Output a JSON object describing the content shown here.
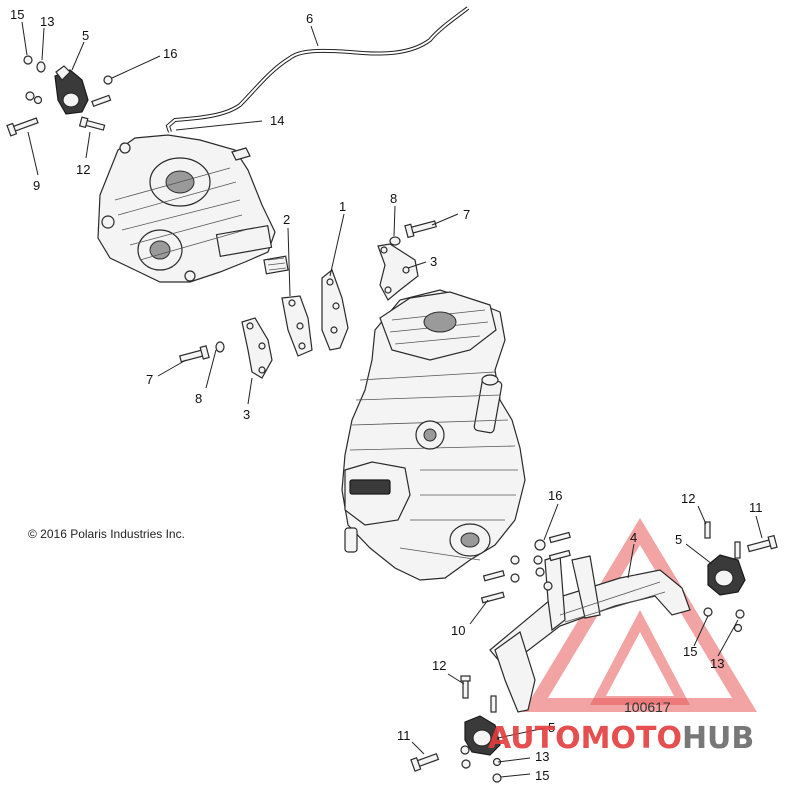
{
  "copyright": "© 2016 Polaris Industries Inc.",
  "figure_number": "100617",
  "watermark": {
    "text_part1": "AUTOMOTO",
    "text_part2": "HUB",
    "color_red": "#e43c3c",
    "color_gray": "#6a6a6a"
  },
  "callouts": [
    {
      "id": "c-15-top",
      "text": "15"
    },
    {
      "id": "c-13-top",
      "text": "13"
    },
    {
      "id": "c-5-top",
      "text": "5"
    },
    {
      "id": "c-16-top",
      "text": "16"
    },
    {
      "id": "c-9",
      "text": "9"
    },
    {
      "id": "c-12-top",
      "text": "12"
    },
    {
      "id": "c-6",
      "text": "6"
    },
    {
      "id": "c-14",
      "text": "14"
    },
    {
      "id": "c-2",
      "text": "2"
    },
    {
      "id": "c-1",
      "text": "1"
    },
    {
      "id": "c-8-right",
      "text": "8"
    },
    {
      "id": "c-7-right",
      "text": "7"
    },
    {
      "id": "c-3-right",
      "text": "3"
    },
    {
      "id": "c-7-left",
      "text": "7"
    },
    {
      "id": "c-8-left",
      "text": "8"
    },
    {
      "id": "c-3-left",
      "text": "3"
    },
    {
      "id": "c-16-bottom",
      "text": "16"
    },
    {
      "id": "c-4",
      "text": "4"
    },
    {
      "id": "c-12-right",
      "text": "12"
    },
    {
      "id": "c-11-right",
      "text": "11"
    },
    {
      "id": "c-5-right",
      "text": "5"
    },
    {
      "id": "c-10",
      "text": "10"
    },
    {
      "id": "c-15-right",
      "text": "15"
    },
    {
      "id": "c-13-right",
      "text": "13"
    },
    {
      "id": "c-12-bottom",
      "text": "12"
    },
    {
      "id": "c-5-bottom",
      "text": "5"
    },
    {
      "id": "c-11-bottom",
      "text": "11"
    },
    {
      "id": "c-13-bottom",
      "text": "13"
    },
    {
      "id": "c-15-bottom",
      "text": "15"
    }
  ]
}
